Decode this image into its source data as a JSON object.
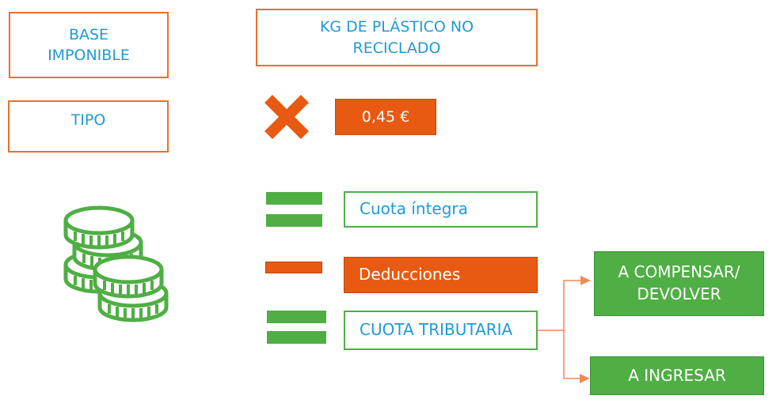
{
  "left_labels": {
    "base_imponible": "BASE\nIMPONIBLE",
    "tipo": "TIPO"
  },
  "top_box": {
    "kg_plastico": "KG DE PLÁSTICO NO\nRECICLADO"
  },
  "rate": {
    "value": "0,45 €"
  },
  "steps": {
    "cuota_integra": "Cuota íntegra",
    "deducciones": "Deducciones",
    "cuota_tributaria": "CUOTA TRIBUTARIA"
  },
  "outcomes": {
    "a_compensar": "A COMPENSAR/\nDEVOLVER",
    "a_ingresar": "A INGRESAR"
  },
  "icons": {
    "multiply": "multiply-icon",
    "equals": "equals-icon",
    "minus": "minus-icon",
    "coins": "coins-icon"
  },
  "colors": {
    "orange": "#e85a12",
    "orange_border": "#e8702a",
    "green": "#4fae44",
    "blue_text": "#1f9ad6"
  }
}
